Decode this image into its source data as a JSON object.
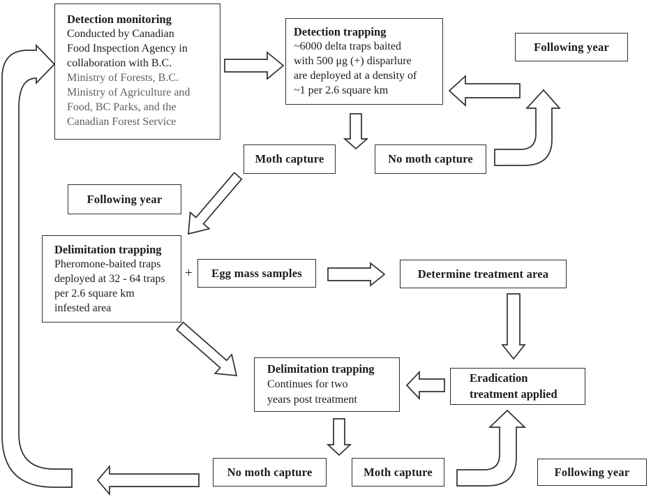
{
  "boxes": {
    "detection_monitoring": {
      "title": "Detection monitoring",
      "black_lines": [
        "Conducted by Canadian",
        "Food Inspection Agency in",
        "collaboration with B.C."
      ],
      "gray_lines": [
        "Ministry of Forests, B.C.",
        "Ministry of Agriculture and",
        "Food, BC Parks, and the",
        "Canadian Forest Service"
      ]
    },
    "detection_trapping": {
      "title": "Detection trapping",
      "lines": [
        "~6000 delta traps baited",
        "with 500 μg (+) disparlure",
        "are deployed at a density of",
        "~1 per 2.6 square km"
      ]
    },
    "following_year_top": {
      "label": "Following year"
    },
    "moth_capture_top": {
      "label": "Moth capture"
    },
    "no_moth_capture_top": {
      "label": "No moth capture"
    },
    "following_year_left": {
      "label": "Following year"
    },
    "delimitation_trapping_1": {
      "title": "Delimitation trapping",
      "lines": [
        "Pheromone-baited traps",
        "deployed at 32 - 64 traps",
        "per 2.6 square km",
        "infested area"
      ]
    },
    "plus_sign": "+",
    "egg_mass_samples": {
      "label": "Egg mass samples"
    },
    "determine_treatment_area": {
      "label": "Determine treatment area"
    },
    "eradication_treatment": {
      "lines": [
        "Eradication",
        "treatment applied"
      ]
    },
    "delimitation_trapping_2": {
      "title": "Delimitation trapping",
      "lines": [
        "Continues for two",
        "years post treatment"
      ]
    },
    "no_moth_capture_bottom": {
      "label": "No moth capture"
    },
    "moth_capture_bottom": {
      "label": "Moth capture"
    },
    "following_year_bottom": {
      "label": "Following year"
    }
  },
  "colors": {
    "line": "#2e2e2e",
    "text": "#1b1b1b",
    "muted_text": "#5f5f5f",
    "background": "#ffffff"
  }
}
